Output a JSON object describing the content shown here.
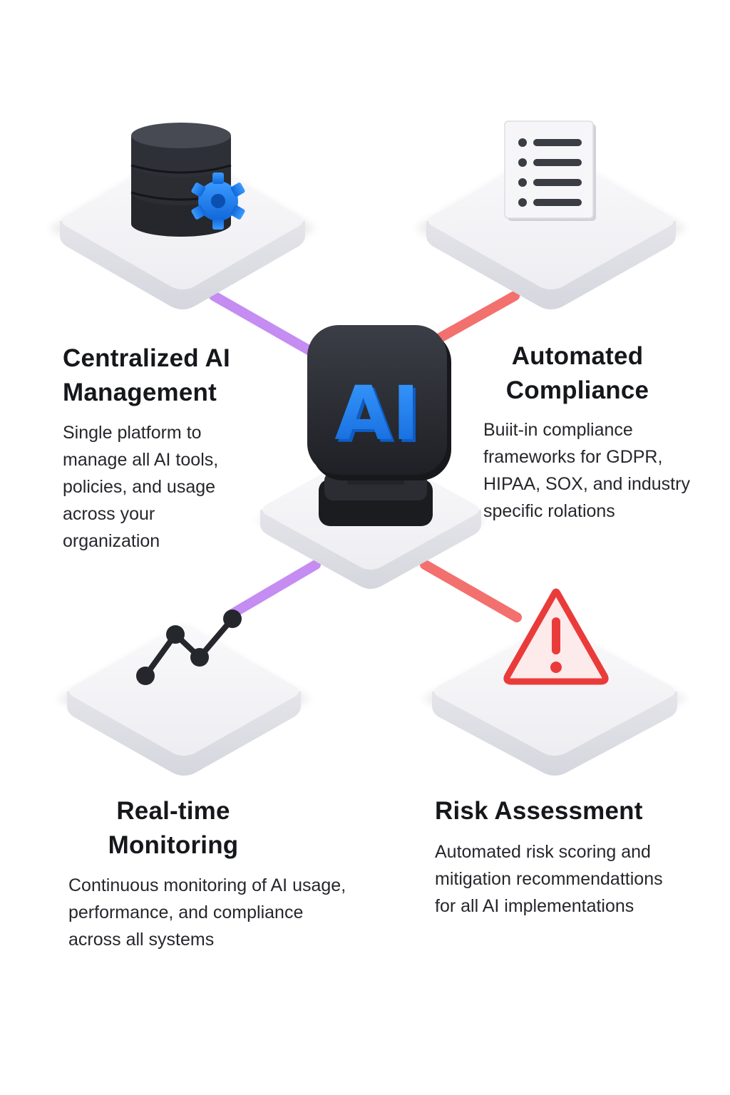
{
  "hub": {
    "label": "AI"
  },
  "features": [
    {
      "id": "centralized",
      "title": "Centralized AI Management",
      "description": "Single platform to manage all AI tools, policies, and usage across your organization",
      "icon": "database-gear-icon",
      "accent": "#c58cf2"
    },
    {
      "id": "compliance",
      "title": "Automated Compliance",
      "description": "Buiit-in compliance frameworks for GDPR, HIPAA, SOX, and industry specific rolations",
      "icon": "document-list-icon",
      "accent": "#f2706e"
    },
    {
      "id": "monitoring",
      "title": "Real-time Monitoring",
      "description": "Continuous monitoring of AI usage, performance, and compliance across all systems",
      "icon": "line-chart-icon",
      "accent": "#c58cf2"
    },
    {
      "id": "risk",
      "title": "Risk Assessment",
      "description": "Automated risk scoring and mitigation recommendattions for all AI implementations",
      "icon": "warning-triangle-icon",
      "accent": "#f2706e"
    }
  ],
  "colors": {
    "purple": "#c58cf2",
    "coral": "#f2706e",
    "ai_blue": "#1f86f4",
    "dark": "#2b2d33",
    "warning_red": "#ea3b3b"
  }
}
